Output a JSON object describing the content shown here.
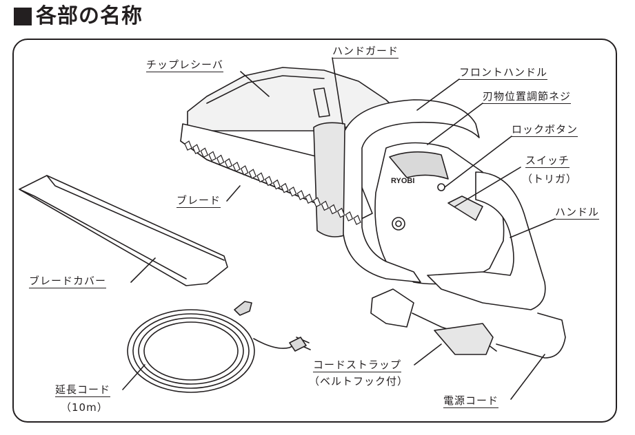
{
  "title": "各部の名称",
  "labels": {
    "chip_receiver": "チップレシーバ",
    "hand_guard": "ハンドガード",
    "front_handle": "フロントハンドル",
    "blade_adjust_screw": "刃物位置調節ネジ",
    "lock_button": "ロックボタン",
    "switch": "スイッチ",
    "switch_sub": "（トリガ）",
    "handle": "ハンドル",
    "blade": "ブレード",
    "blade_cover": "ブレードカバー",
    "cord_strap": "コードストラップ",
    "cord_strap_sub": "（ベルトフック付）",
    "extension_cord": "延長コード",
    "extension_cord_sub": "（10m）",
    "power_cord": "電源コード",
    "brand": "RYOBI"
  }
}
